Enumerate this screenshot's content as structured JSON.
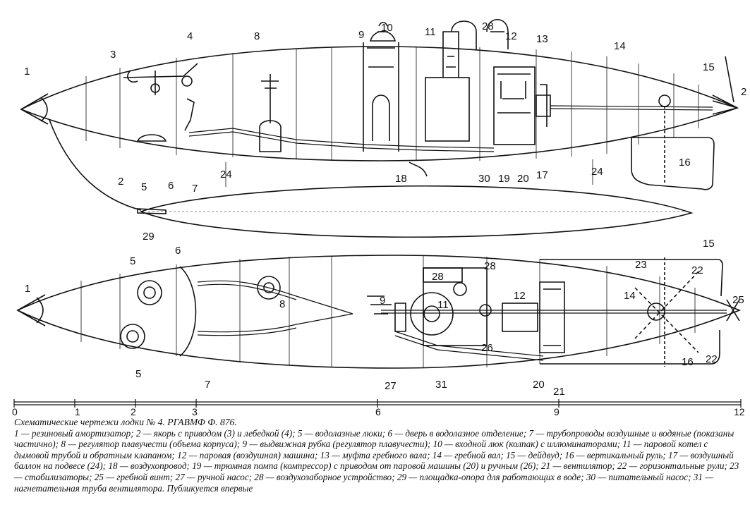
{
  "caption": {
    "title": "Схематические чертежи лодки № 4. РГАВМФ Ф. 876.",
    "legend": [
      "1 — резиновый амортизатор;",
      "2 — якорь с приводом (3) и лебедкой (4);",
      "5 — водолазные люки;",
      "6 — дверь в водолазное отделение;",
      "7 — трубопроводы воздушные и водяные (показаны частично);",
      "8 — регулятор плавучести (объема корпуса);",
      "9 — выдвижная рубка (регулятор плавучести);",
      "10 — входной люк (колпак) с иллюминаторами;",
      "11 — паровой котел с дымовой трубой и обратным клапаном;",
      "12 — паровая (воздушная) машина;",
      "13 — муфта гребного вала;",
      "14 — гребной вал;",
      "15 — дейдвуд;",
      "16 — вертикальный руль;",
      "17 — воздушный баллон на подвесе (24);",
      "18 — воздухопровод;",
      "19 — трюмная помпа (компрессор) с приводом от паровой машины (20) и ручным (26);",
      "21 — вентилятор;",
      "22 — горизонтальные рули;",
      "23 — стабилизаторы;",
      "25 — гребной винт;",
      "27 — ручной насос;",
      "28 — воздухозаборное устройство;",
      "29 — площадка-опора для работающих в воде;",
      "30 — питательный насос;",
      "31 — нагнетательная труба вентилятора."
    ],
    "published": "Публикуется впервые"
  },
  "scale": {
    "ticks": [
      "0",
      "1",
      "2",
      "3",
      "6",
      "9",
      "12"
    ]
  },
  "side_view": {
    "labels": [
      "1",
      "2",
      "3",
      "4",
      "2",
      "5",
      "6",
      "7",
      "8",
      "9",
      "10",
      "11",
      "28",
      "12",
      "13",
      "14",
      "15",
      "2",
      "24",
      "18",
      "30",
      "19",
      "20",
      "17",
      "24",
      "16",
      "29"
    ]
  },
  "plan_view": {
    "labels": [
      "1",
      "5",
      "5",
      "6",
      "7",
      "8",
      "9",
      "28",
      "11",
      "12",
      "28",
      "15",
      "23",
      "22",
      "25",
      "14",
      "22",
      "16",
      "26",
      "27",
      "31",
      "20",
      "21"
    ]
  }
}
